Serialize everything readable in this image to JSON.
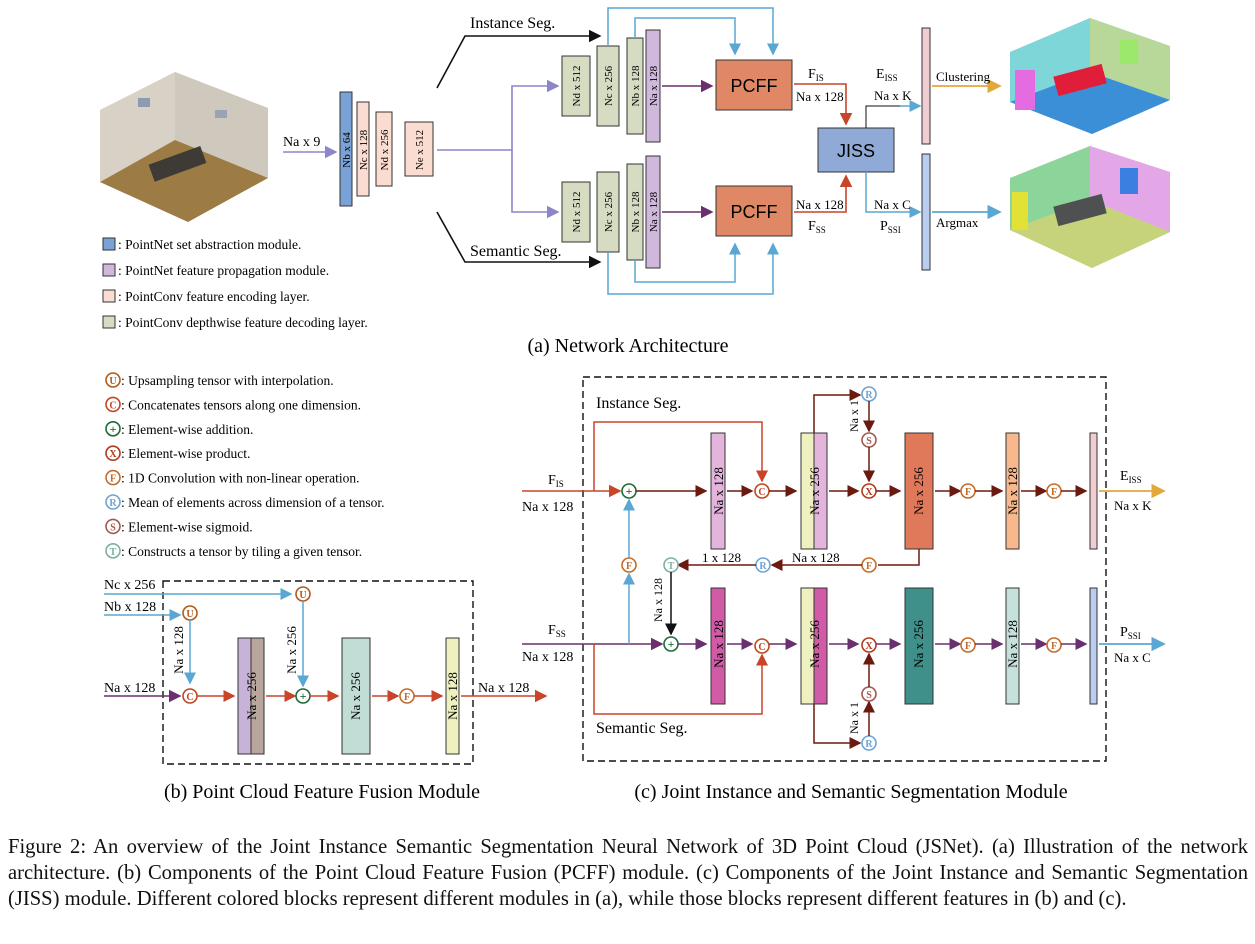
{
  "arch": {
    "input": "Na x 9",
    "encoder": [
      "Nb x 64",
      "Nc x 128",
      "Nd x 256",
      "Ne x 512"
    ],
    "decoder": [
      "Nd x 512",
      "Nc x 256",
      "Nb x 128",
      "Na x 128"
    ],
    "branch_inst": "Instance Seg.",
    "branch_sem": "Semantic Seg.",
    "pcff": "PCFF",
    "jiss": "JISS",
    "f": "F",
    "f_is_sub": "IS",
    "f_ss_sub": "SS",
    "f_dim": "Na x 128",
    "e": "E",
    "e_sub": "ISS",
    "e_dim": "Na x K",
    "p": "P",
    "p_sub": "SSI",
    "p_dim": "Na x C",
    "clustering": "Clustering",
    "argmax": "Argmax",
    "subcaption": "(a) Network Architecture"
  },
  "legend_a": [
    {
      "text": ": PointNet set abstraction module.",
      "color": "#7aa2d6"
    },
    {
      "text": ": PointNet feature propagation module.",
      "color": "#cfb8dc"
    },
    {
      "text": ": PointConv feature encoding layer.",
      "color": "#fbdcd0"
    },
    {
      "text": ": PointConv depthwise feature decoding layer.",
      "color": "#d6dcc2"
    }
  ],
  "legend_ops": [
    {
      "sym": "U",
      "text": ": Upsampling tensor with interpolation.",
      "color": "#b05a1a"
    },
    {
      "sym": "C",
      "text": ": Concatenates tensors along one dimension.",
      "color": "#c0461f"
    },
    {
      "sym": "+",
      "text": ": Element-wise addition.",
      "color": "#1f6b37"
    },
    {
      "sym": "X",
      "text": ": Element-wise product.",
      "color": "#b03a1c"
    },
    {
      "sym": "F",
      "text": ": 1D Convolution with non-linear operation.",
      "color": "#c46a2a"
    },
    {
      "sym": "R",
      "text": ": Mean of elements across dimension of a tensor.",
      "color": "#6fa3d4"
    },
    {
      "sym": "S",
      "text": ": Element-wise sigmoid.",
      "color": "#a5564a"
    },
    {
      "sym": "T",
      "text": ": Constructs a tensor by tiling a given tensor.",
      "color": "#7fb0a4"
    }
  ],
  "pcff": {
    "nc": "Nc x 256",
    "nb": "Nb x 128",
    "na_in": "Na x 128",
    "na128": "Na x 128",
    "na256": "Na x 256",
    "out": "Na x 128",
    "subcaption": "(b) Point Cloud Feature Fusion Module"
  },
  "jiss": {
    "inst": "Instance Seg.",
    "sem": "Semantic Seg.",
    "f": "F",
    "f_is_sub": "IS",
    "f_ss_sub": "SS",
    "na128": "Na x 128",
    "na256": "Na x 256",
    "na1": "Na x 1",
    "one128": "1 x 128",
    "e": "E",
    "e_sub": "ISS",
    "e_dim": "Na x K",
    "p": "P",
    "p_sub": "SSI",
    "p_dim": "Na x C",
    "subcaption": "(c) Joint Instance and Semantic Segmentation Module"
  },
  "caption": "Figure 2: An overview of the Joint Instance Semantic Segmentation Neural Network of 3D Point Cloud (JSNet). (a) Illustration of the network architecture. (b) Components of the Point Cloud Feature Fusion (PCFF) module. (c) Components of the Joint Instance and Semantic Segmentation (JISS) module. Different colored blocks represent different modules in (a), while those blocks represent different features in (b) and (c)."
}
